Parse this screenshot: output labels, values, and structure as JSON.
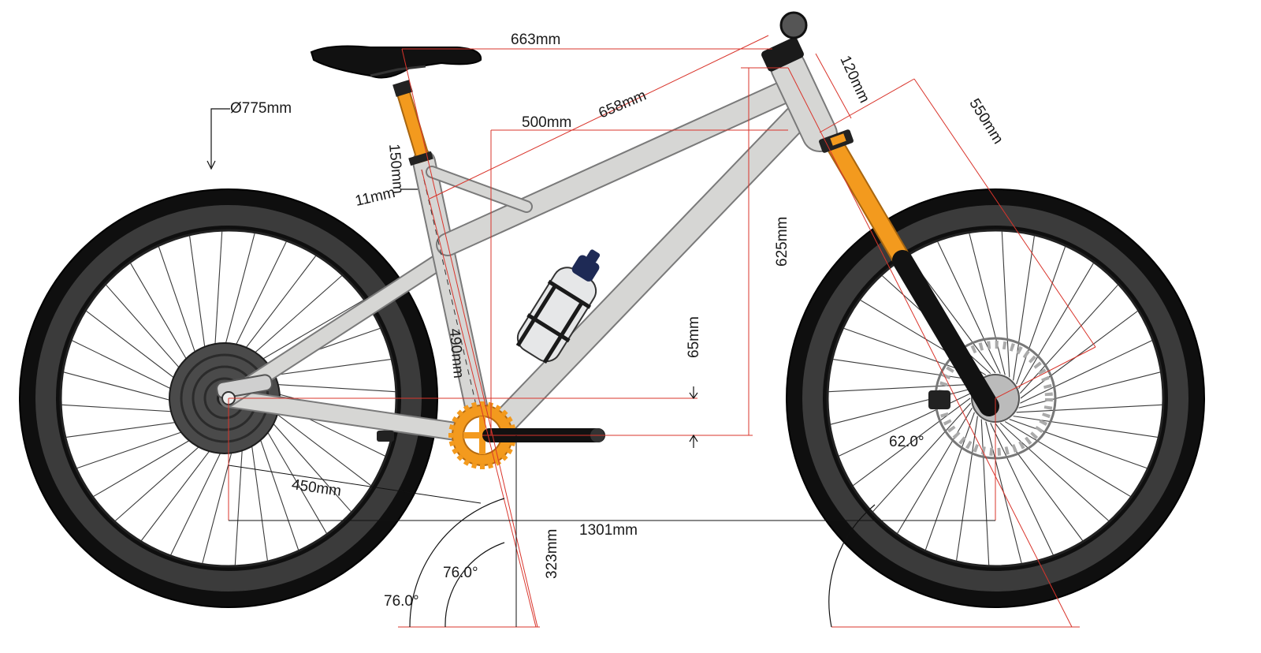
{
  "dimensions": {
    "wheel_diameter": "Ø775mm",
    "top_tube_horizontal": "663mm",
    "reach_to_head": "658mm",
    "reach": "500mm",
    "head_tube": "120mm",
    "fork_length": "550mm",
    "stack": "625mm",
    "bb_drop": "65mm",
    "seat_tube": "490mm",
    "seatpost_insert": "150mm",
    "seatpost_offset": "11mm",
    "chainstay": "450mm",
    "bb_height": "323mm",
    "wheelbase": "1301mm",
    "head_angle": "62.0°",
    "seat_angle_effective": "76.0°",
    "seat_angle_actual": "76.0°"
  },
  "colors": {
    "frame": "#d6d6d4",
    "accent": "#f39a1e",
    "tire": "#111111",
    "dimension_line": "#d9342b"
  }
}
